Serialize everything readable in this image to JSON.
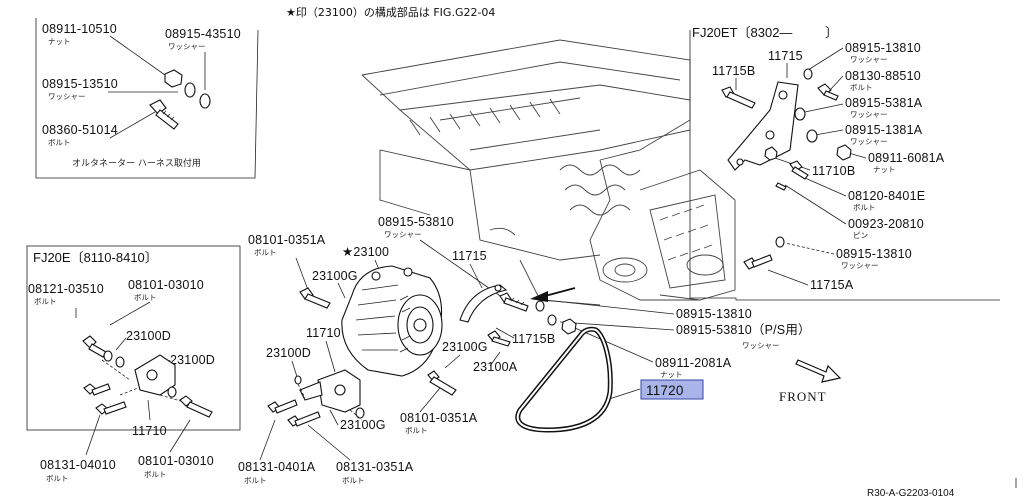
{
  "header_note": "★印（23100）の構成部品は FIG.G22-04",
  "diagram_code": "R30-A-G2203-0104",
  "front_label": "FRONT",
  "box_top_left": {
    "footer": "オルタネーター ハーネス取付用",
    "parts": [
      {
        "pn": "08911-10510",
        "desc": "ナット"
      },
      {
        "pn": "08915-43510",
        "desc": "ワッシャー"
      },
      {
        "pn": "08915-13510",
        "desc": "ワッシャー"
      },
      {
        "pn": "08360-51014",
        "desc": "ボルト"
      }
    ]
  },
  "box_left": {
    "title": "FJ20E〔8110-8410〕",
    "parts": [
      {
        "pn": "08121-03510",
        "desc": "ボルト"
      },
      {
        "pn": "08101-03010",
        "desc": "ボルト"
      },
      {
        "pn": "23100D",
        "desc": ""
      },
      {
        "pn": "23100D",
        "desc": ""
      },
      {
        "pn": "11710",
        "desc": ""
      },
      {
        "pn": "08131-04010",
        "desc": "ボルト"
      },
      {
        "pn": "08101-03010",
        "desc": "ボルト"
      }
    ]
  },
  "box_right": {
    "title": "FJ20ET〔8302—",
    "title_end": "〕",
    "parts": [
      {
        "pn": "11715",
        "desc": ""
      },
      {
        "pn": "11715B",
        "desc": ""
      },
      {
        "pn": "08915-13810",
        "desc": "ワッシャー"
      },
      {
        "pn": "08130-88510",
        "desc": "ボルト"
      },
      {
        "pn": "08915-5381A",
        "desc": "ワッシャー"
      },
      {
        "pn": "08915-1381A",
        "desc": "ワッシャー"
      },
      {
        "pn": "08911-6081A",
        "desc": "ナット"
      },
      {
        "pn": "11710B",
        "desc": ""
      },
      {
        "pn": "08120-8401E",
        "desc": "ボルト"
      },
      {
        "pn": "00923-20810",
        "desc": "ピン"
      },
      {
        "pn": "08915-13810",
        "desc": "ワッシャー"
      },
      {
        "pn": "11715A",
        "desc": ""
      }
    ]
  },
  "main_parts": [
    {
      "pn": "08101-0351A",
      "desc": "ボルト"
    },
    {
      "pn": "★23100",
      "desc": ""
    },
    {
      "pn": "08915-53810",
      "desc": "ワッシャー"
    },
    {
      "pn": "11715",
      "desc": ""
    },
    {
      "pn": "23100G",
      "desc": ""
    },
    {
      "pn": "11710",
      "desc": ""
    },
    {
      "pn": "23100G",
      "desc": ""
    },
    {
      "pn": "23100D",
      "desc": ""
    },
    {
      "pn": "11715B",
      "desc": ""
    },
    {
      "pn": "23100A",
      "desc": ""
    },
    {
      "pn": "08915-13810",
      "desc": ""
    },
    {
      "pn": "08915-53810（P/S用）",
      "desc": "ワッシャー"
    },
    {
      "pn": "08911-2081A",
      "desc": "ナット"
    },
    {
      "pn": "08101-0351A",
      "desc": "ボルト"
    },
    {
      "pn": "23100G",
      "desc": ""
    },
    {
      "pn": "08131-0401A",
      "desc": "ボルト"
    },
    {
      "pn": "08131-0351A",
      "desc": "ボルト"
    }
  ],
  "highlight": {
    "pn": "11720",
    "color": "#a9b4e8"
  }
}
